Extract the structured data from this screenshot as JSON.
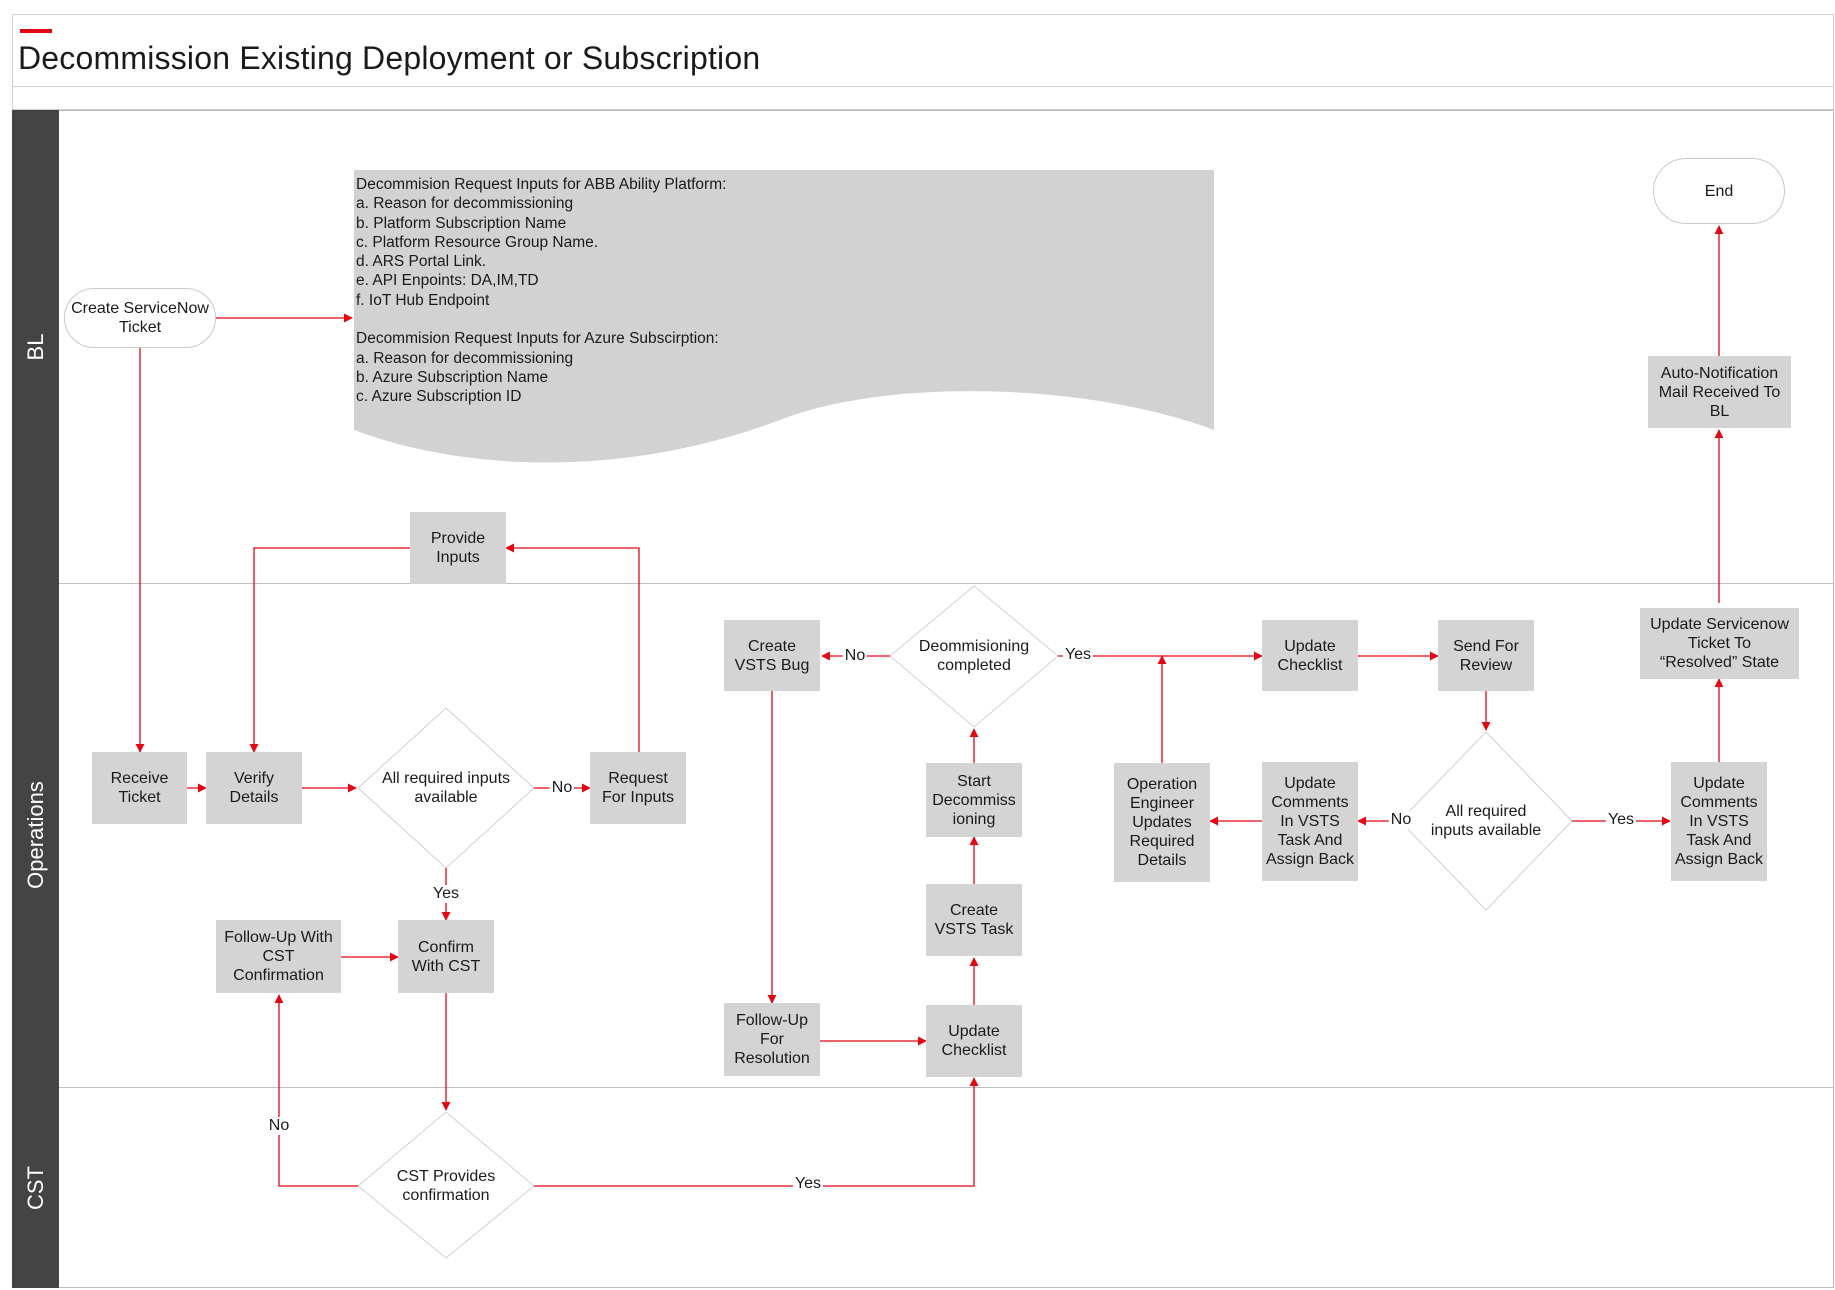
{
  "title": "Decommission Existing Deployment or Subscription",
  "colors": {
    "accent": "#e30613",
    "lane_header": "#444444",
    "process_fill": "#d4d4d4",
    "decision_fill": "#ffffff",
    "connector": "#e30613"
  },
  "lanes": [
    "BL",
    "Operations",
    "CST"
  ],
  "nodes": {
    "create_ticket": "Create ServiceNow\nTicket",
    "receive_ticket": "Receive\nTicket",
    "verify_details": "Verify\nDetails",
    "all_inputs_1": "All required inputs\navailable",
    "request_inputs": "Request\nFor Inputs",
    "provide_inputs": "Provide\nInputs",
    "followup_cst": "Follow-Up With\nCST\nConfirmation",
    "confirm_cst": "Confirm\nWith CST",
    "cst_confirmation": "CST Provides\nconfirmation",
    "create_bug": "Create\nVSTS Bug",
    "decom_completed": "Deommisioning\ncompleted",
    "start_decom": "Start\nDecommiss\nioning",
    "create_task": "Create\nVSTS Task",
    "update_checklist_1": "Update\nChecklist",
    "followup_resolution": "Follow-Up\nFor\nResolution",
    "update_checklist_2": "Update\nChecklist",
    "send_review": "Send For\nReview",
    "all_inputs_2": "All required\ninputs available",
    "update_comments_no": "Update\nComments\nIn VSTS\nTask And\nAssign Back",
    "ops_engineer": "Operation\nEngineer\nUpdates\nRequired\nDetails",
    "update_comments_yes": "Update\nComments\nIn VSTS\nTask And\nAssign Back",
    "update_ticket": "Update Servicenow\nTicket To\n“Resolved” State",
    "auto_notification": "Auto-Notification\nMail Received To\nBL",
    "end": "End"
  },
  "note_lines": [
    "Decommision Request Inputs for ABB Ability Platform:",
    "a. Reason for decommissioning",
    "b. Platform Subscription Name",
    "c. Platform Resource Group Name.",
    "d. ARS Portal Link.",
    "e. API Enpoints: DA,IM,TD",
    "f. IoT Hub Endpoint",
    "",
    "Decommision Request Inputs for Azure Subscirption:",
    "a. Reason for decommissioning",
    "b. Azure Subscription Name",
    "c. Azure Subscription ID"
  ],
  "edge_labels": {
    "inputs1_no": "No",
    "inputs1_yes": "Yes",
    "cst_no": "No",
    "cst_yes": "Yes",
    "decom_no": "No",
    "decom_yes": "Yes",
    "inputs2_no": "No",
    "inputs2_yes": "Yes"
  }
}
